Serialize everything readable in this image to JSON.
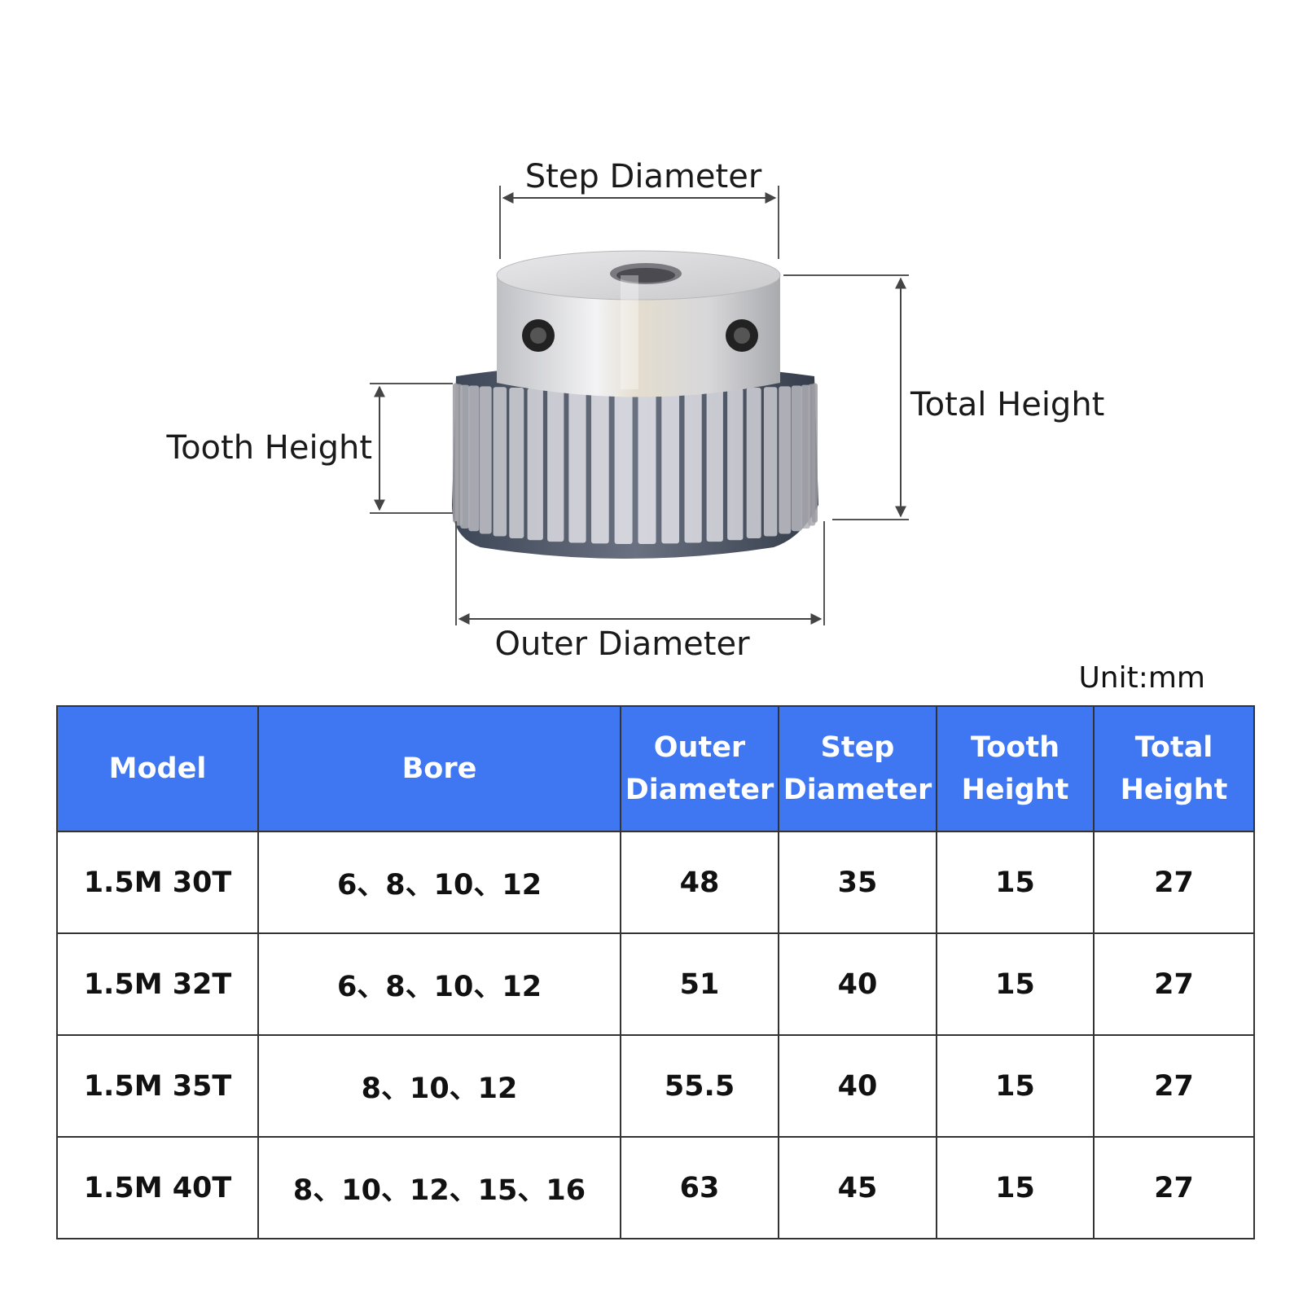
{
  "diagram": {
    "step_diameter_label": "Step Diameter",
    "total_height_label": "Total Height",
    "tooth_height_label": "Tooth Height",
    "outer_diameter_label": "Outer Diameter"
  },
  "unit_label": "Unit:mm",
  "table": {
    "headers": {
      "model": "Model",
      "bore": "Bore",
      "outer_diameter_line1": "Outer",
      "outer_diameter_line2": "Diameter",
      "step_diameter_line1": "Step",
      "step_diameter_line2": "Diameter",
      "tooth_height_line1": "Tooth",
      "tooth_height_line2": "Height",
      "total_height_line1": "Total",
      "total_height_line2": "Height"
    },
    "rows": [
      {
        "model": "1.5M 30T",
        "bore": "6、8、10、12",
        "outer_diameter": "48",
        "step_diameter": "35",
        "tooth_height": "15",
        "total_height": "27"
      },
      {
        "model": "1.5M 32T",
        "bore": "6、8、10、12",
        "outer_diameter": "51",
        "step_diameter": "40",
        "tooth_height": "15",
        "total_height": "27"
      },
      {
        "model": "1.5M 35T",
        "bore": "8、10、12",
        "outer_diameter": "55.5",
        "step_diameter": "40",
        "tooth_height": "15",
        "total_height": "27"
      },
      {
        "model": "1.5M 40T",
        "bore": "8、10、12、15、16",
        "outer_diameter": "63",
        "step_diameter": "45",
        "tooth_height": "15",
        "total_height": "27"
      }
    ]
  },
  "colors": {
    "header_bg": "#3f76f2",
    "header_text": "#ffffff",
    "border": "#333333",
    "hub_steel": "#d9d9dc",
    "gear_steel": "#4a5568"
  }
}
